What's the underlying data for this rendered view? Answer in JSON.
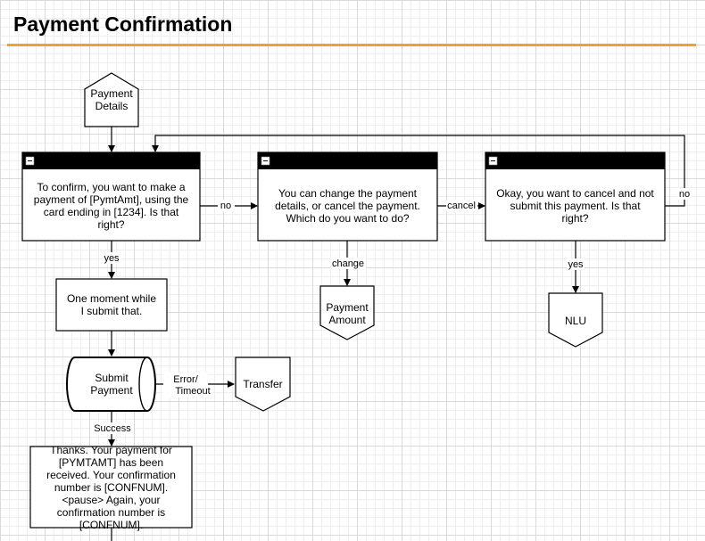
{
  "title": "Payment Confirmation",
  "colors": {
    "accent": "#f0a030",
    "stroke": "#000000",
    "header": "#000000"
  },
  "nodes": {
    "payment_details": "Payment Details",
    "confirm_prompt": "To confirm, you want to make a payment of [PymtAmt], using the card ending in [1234]. Is that right?",
    "change_prompt": "You can change the payment details, or cancel the payment. Which do you want to do?",
    "cancel_prompt": "Okay, you want to cancel and not submit this payment. Is that right?",
    "one_moment": "One moment while I submit that.",
    "submit_payment": "Submit Payment",
    "transfer": "Transfer",
    "payment_amount": "Payment Amount",
    "nlu": "NLU",
    "thanks": "Thanks. Your payment for [PYMTAMT] has been received. Your confirmation number is [CONFNUM]. <pause> Again, your confirmation number is [CONFNUM]."
  },
  "edges": {
    "no_1": "no",
    "cancel": "cancel",
    "no_2": "no",
    "yes_1": "yes",
    "change": "change",
    "yes_2": "yes",
    "error_line1": "Error/",
    "error_line2": "Timeout",
    "success": "Success"
  }
}
